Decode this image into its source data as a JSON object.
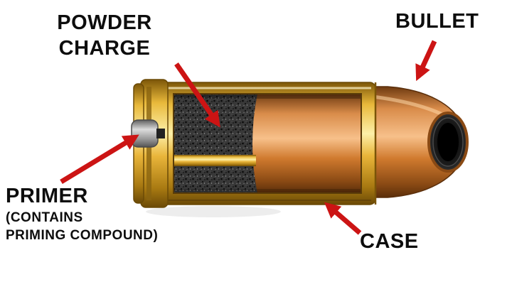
{
  "labels": {
    "powder_charge_line1": "POWDER",
    "powder_charge_line2": "CHARGE",
    "bullet": "BULLET",
    "primer_line1": "PRIMER",
    "primer_line2": "(CONTAINS",
    "primer_line3": "PRIMING COMPOUND)",
    "case": "CASE"
  },
  "colors": {
    "arrow_red": "#cc1414",
    "label_text": "#0d0d0d",
    "case_brass": "#e8b83a",
    "bullet_copper": "#d07a2e",
    "powder_dark": "#3b3b3b",
    "primer_silver": "#c8c8c8",
    "background": "#ffffff"
  }
}
